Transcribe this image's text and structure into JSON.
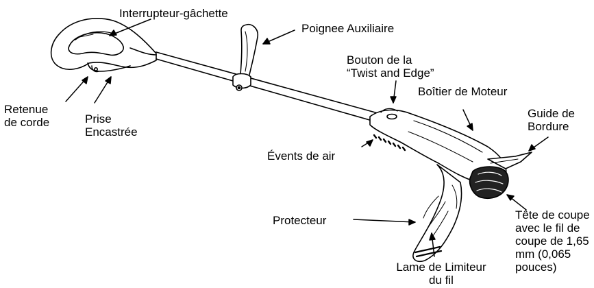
{
  "labels": {
    "trigger_switch": "Interrupteur-gâchette",
    "aux_handle": "Poignee Auxiliaire",
    "twist_edge_line1": "Bouton de la",
    "twist_edge_line2": "“Twist and Edge”",
    "motor_housing": "Boîtier de Moteur",
    "edge_guide_line1": "Guide de",
    "edge_guide_line2": "Bordure",
    "cord_retainer_line1": "Retenue",
    "cord_retainer_line2": "de corde",
    "recessed_grip_line1": "Prise",
    "recessed_grip_line2": "Encastrée",
    "air_vents": "Évents de air",
    "guard": "Protecteur",
    "line_blade_line1": "Lame de Limiteur",
    "line_blade_line2": "du fil",
    "cutting_head_line1": "Tête de coupe",
    "cutting_head_line2": "avec le fil de",
    "cutting_head_line3": "coupe de 1,65",
    "cutting_head_line4": "mm (0,065",
    "cutting_head_line5": "pouces)"
  },
  "colors": {
    "ink": "#000000",
    "paper": "#ffffff",
    "shade": "#d8d8d8"
  }
}
